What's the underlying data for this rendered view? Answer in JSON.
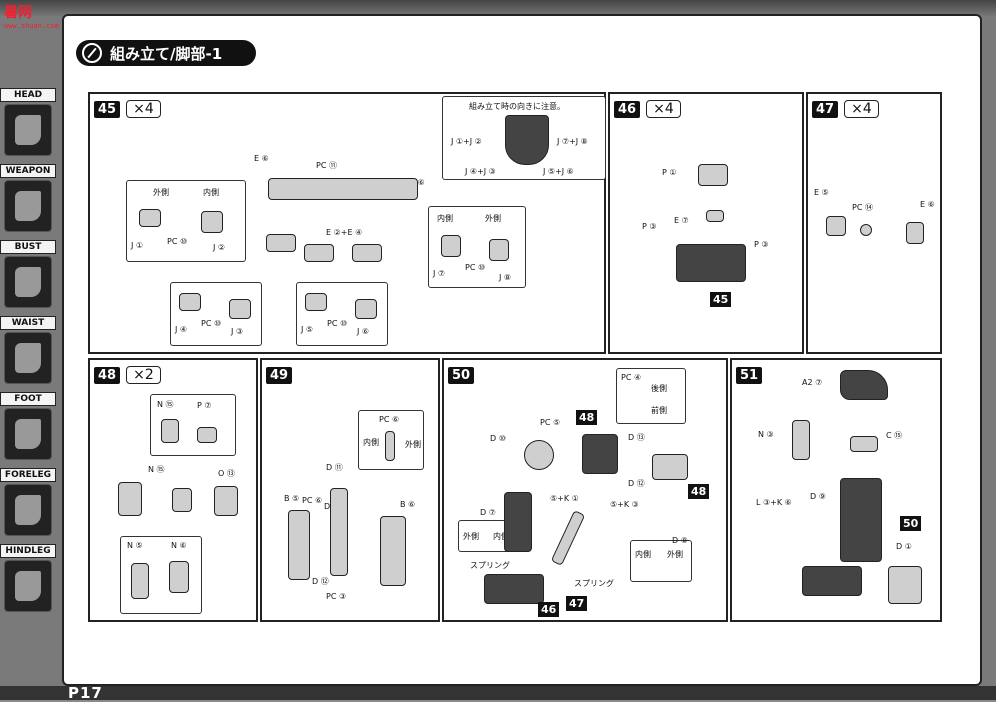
{
  "page": {
    "title": "組み立て/脚部-1",
    "page_number": "P17"
  },
  "watermark": {
    "text": "暑网",
    "url": "www.shuan.com"
  },
  "sidebar": [
    {
      "label": "HEAD"
    },
    {
      "label": "WEAPON"
    },
    {
      "label": "BUST"
    },
    {
      "label": "WAIST"
    },
    {
      "label": "FOOT"
    },
    {
      "label": "FORELEG"
    },
    {
      "label": "HINDLEG"
    }
  ],
  "steps": {
    "s45": {
      "num": "45",
      "mult": "×4",
      "note": "組み立て時の向きに注意。",
      "outer": "外側",
      "inner": "内側",
      "labels": [
        "E ⑥",
        "PC ⑪",
        "E ⑥",
        "E ②+E ④",
        "J ①",
        "PC ⑩",
        "J ②",
        "J ⑦",
        "PC ⑩",
        "J ⑧",
        "J ④",
        "PC ⑩",
        "J ③",
        "J ⑤",
        "PC ⑩",
        "J ⑥",
        "J ①+J ②",
        "J ⑦+J ⑧",
        "J ④+J ③",
        "J ⑤+J ⑥"
      ]
    },
    "s46": {
      "num": "46",
      "mult": "×4",
      "labels": [
        "P ①",
        "E ⑦",
        "P ③",
        "P ③"
      ],
      "ref": "45"
    },
    "s47": {
      "num": "47",
      "mult": "×4",
      "labels": [
        "E ⑤",
        "PC ⑭",
        "E ⑥"
      ]
    },
    "s48": {
      "num": "48",
      "mult": "×2",
      "labels": [
        "N ⑮",
        "P ⑦",
        "N ⑮",
        "O ⑬",
        "N ⑤",
        "N ⑥"
      ]
    },
    "s49": {
      "num": "49",
      "labels": [
        "PC ⑥",
        "内側",
        "外側",
        "D ⑪",
        "B ⑤",
        "PC ⑥",
        "D ③",
        "B ⑥",
        "D ⑫",
        "PC ③"
      ]
    },
    "s50": {
      "num": "50",
      "labels": [
        "PC ④",
        "後側",
        "前側",
        "PC ⑤",
        "D ⑩",
        "D ⑬",
        "D ⑫",
        "⑤+K ①",
        "⑤+K ③",
        "D ⑦",
        "外側",
        "内側",
        "スプリング",
        "スプリング",
        "内側",
        "外側",
        "D ⑧"
      ],
      "refs": [
        "48",
        "48",
        "46",
        "47"
      ]
    },
    "s51": {
      "num": "51",
      "labels": [
        "A2 ⑦",
        "N ③",
        "C ⑮",
        "L ③+K ⑥",
        "D ⑨",
        "D ①"
      ],
      "ref": "50"
    }
  }
}
